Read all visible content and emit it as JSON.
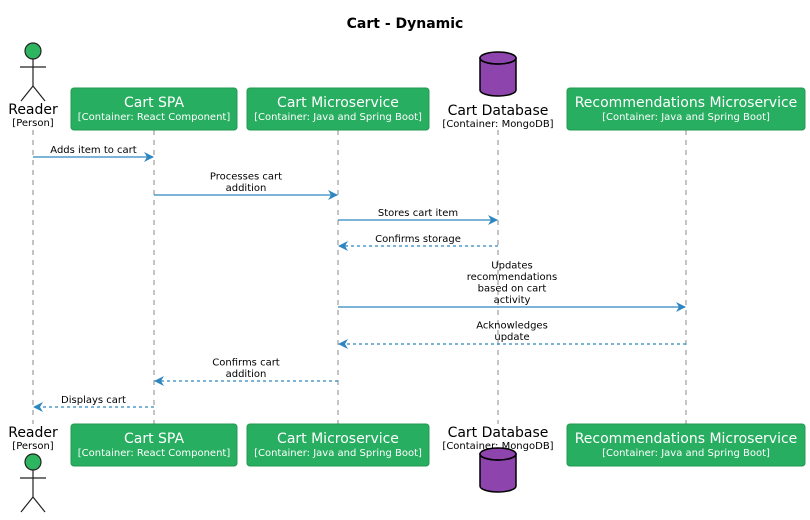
{
  "title": "Cart - Dynamic",
  "colors": {
    "container": "#27ae60",
    "person": "#2eb55f",
    "database": "#8e44ad",
    "arrow": "#2e86c1",
    "lifeline": "#888888"
  },
  "participants": [
    {
      "id": "reader",
      "kind": "person",
      "name": "Reader",
      "tech": "[Person]"
    },
    {
      "id": "spa",
      "kind": "container",
      "name": "Cart SPA",
      "tech": "[Container: React Component]"
    },
    {
      "id": "svc",
      "kind": "container",
      "name": "Cart Microservice",
      "tech": "[Container: Java and Spring Boot]"
    },
    {
      "id": "db",
      "kind": "database",
      "name": "Cart Database",
      "tech": "[Container: MongoDB]"
    },
    {
      "id": "rec",
      "kind": "container",
      "name": "Recommendations Microservice",
      "tech": "[Container: Java and Spring Boot]"
    }
  ],
  "messages": [
    {
      "from": "reader",
      "to": "spa",
      "dashed": false,
      "lines": [
        "Adds item to cart"
      ]
    },
    {
      "from": "spa",
      "to": "svc",
      "dashed": false,
      "lines": [
        "Processes cart",
        "addition"
      ]
    },
    {
      "from": "svc",
      "to": "db",
      "dashed": false,
      "lines": [
        "Stores cart item"
      ]
    },
    {
      "from": "db",
      "to": "svc",
      "dashed": true,
      "lines": [
        "Confirms storage"
      ]
    },
    {
      "from": "svc",
      "to": "rec",
      "dashed": false,
      "lines": [
        "Updates",
        "recommendations",
        "based on cart",
        "activity"
      ]
    },
    {
      "from": "rec",
      "to": "svc",
      "dashed": true,
      "lines": [
        "Acknowledges",
        "update"
      ]
    },
    {
      "from": "svc",
      "to": "spa",
      "dashed": true,
      "lines": [
        "Confirms cart",
        "addition"
      ]
    },
    {
      "from": "spa",
      "to": "reader",
      "dashed": true,
      "lines": [
        "Displays cart"
      ]
    }
  ]
}
